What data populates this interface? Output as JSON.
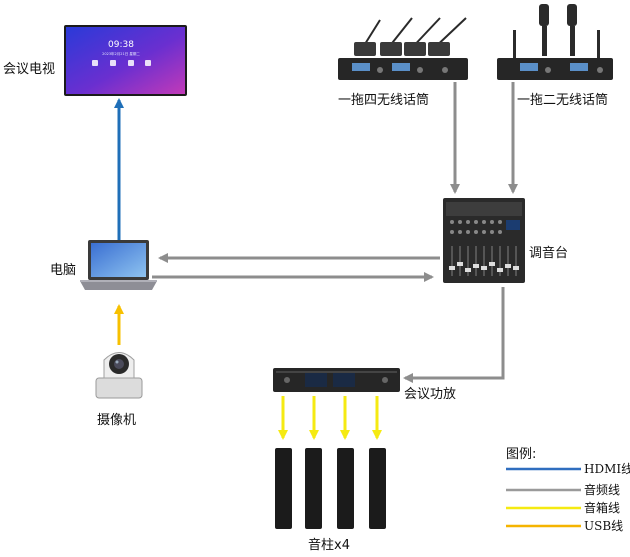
{
  "devices": {
    "tv": {
      "label": "会议电视",
      "screen_time": "09:38",
      "screen_date": "2023年2月21日 星期二"
    },
    "mic4": {
      "label": "一拖四无线话筒"
    },
    "mic2": {
      "label": "一拖二无线话筒"
    },
    "mixer": {
      "label": "调音台"
    },
    "laptop": {
      "label": "电脑"
    },
    "camera": {
      "label": "摄像机"
    },
    "amp": {
      "label": "会议功放"
    },
    "speakers": {
      "label": "音柱x4"
    }
  },
  "legend": {
    "title": "图例:",
    "items": [
      {
        "label": "HDMI线",
        "color": "#2f6ebf"
      },
      {
        "label": "音频线",
        "color": "#9a9a9a"
      },
      {
        "label": "音箱线",
        "color": "#f5ea12"
      },
      {
        "label": "USB线",
        "color": "#f5b400"
      }
    ]
  },
  "colors": {
    "hdmi": "#1f6fb8",
    "audio": "#8d8d8d",
    "speaker": "#f5ea12",
    "usb": "#f7c000"
  }
}
